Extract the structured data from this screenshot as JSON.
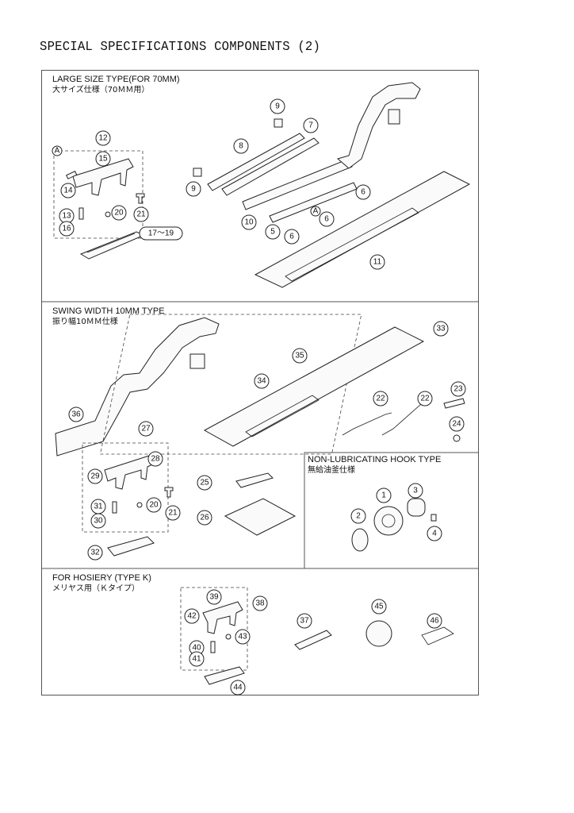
{
  "title": "SPECIAL SPECIFICATIONS COMPONENTS (2)",
  "sections": {
    "large": {
      "title": "LARGE SIZE TYPE(FOR 70MM)",
      "subtitle": "大サイズ仕様（70ＭＭ用）"
    },
    "swing": {
      "title": "SWING WIDTH 10MM TYPE",
      "subtitle": "振り幅10ＭＭ仕様"
    },
    "hook": {
      "title": "NON-LUBRICATING HOOK TYPE",
      "subtitle": "無給油釜仕様"
    },
    "hosiery": {
      "title": "FOR HOSIERY (TYPE K)",
      "subtitle": "メリヤス用（Ｋタイプ）"
    }
  },
  "callouts": {
    "A1": "A",
    "A2": "A",
    "c12": "12",
    "c15": "15",
    "c14": "14",
    "c13": "13",
    "c16": "16",
    "c20a": "20",
    "c21a": "21",
    "c17": "17〜19",
    "c9a": "9",
    "c9b": "9",
    "c7": "7",
    "c8": "8",
    "c10": "10",
    "c5": "5",
    "c6a": "6",
    "c6b": "6",
    "c6c": "6",
    "c11": "11",
    "c33": "33",
    "c35": "35",
    "c34": "34",
    "c36": "36",
    "c22a": "22",
    "c22b": "22",
    "c23": "23",
    "c24": "24",
    "c27": "27",
    "c28": "28",
    "c29": "29",
    "c31": "31",
    "c30": "30",
    "c20b": "20",
    "c21b": "21",
    "c25": "25",
    "c26": "26",
    "c32": "32",
    "c1": "1",
    "c2": "2",
    "c3": "3",
    "c4": "4",
    "c39": "39",
    "c38": "38",
    "c42": "42",
    "c43": "43",
    "c40": "40",
    "c41": "41",
    "c44": "44",
    "c37": "37",
    "c45": "45",
    "c46": "46"
  }
}
